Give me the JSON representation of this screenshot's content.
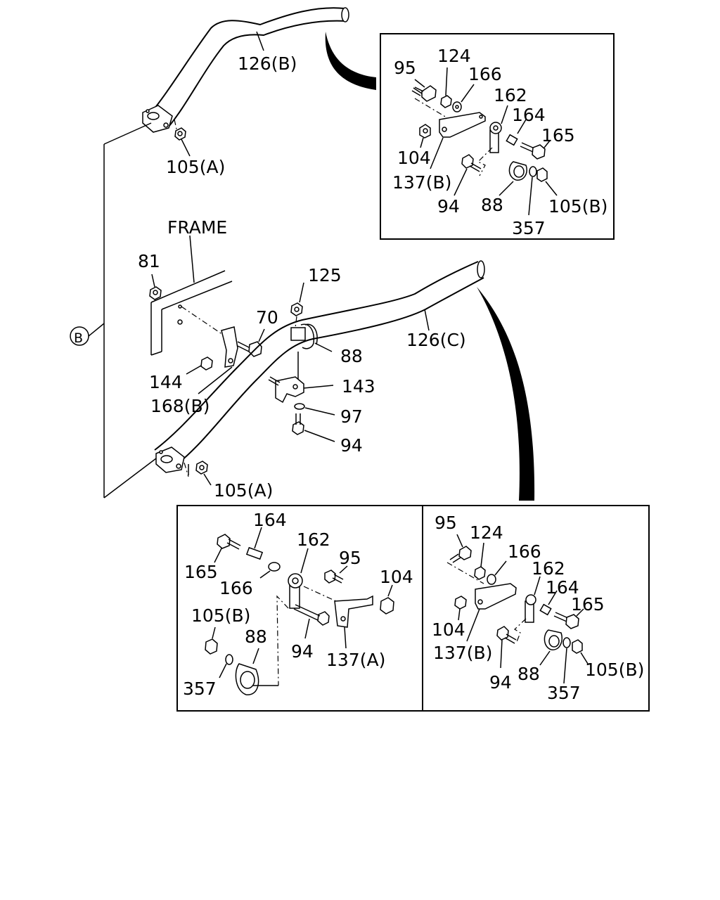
{
  "labels": {
    "top": {
      "pipe_b": "126(B)",
      "nut_105a": "105(A)"
    },
    "detail_top_right": {
      "p95": "95",
      "p124": "124",
      "p166": "166",
      "p162": "162",
      "p164": "164",
      "p165": "165",
      "p104": "104",
      "p137b": "137(B)",
      "p94": "94",
      "p88": "88",
      "p105b": "105(B)",
      "p357": "357"
    },
    "main": {
      "frame": "FRAME",
      "p81": "81",
      "p125": "125",
      "p70": "70",
      "p88": "88",
      "pipe_c": "126(C)",
      "p144": "144",
      "p168b": "168(B)",
      "p143": "143",
      "p97": "97",
      "p94": "94",
      "nut_105a": "105(A)",
      "ref_b": "B"
    },
    "detail_bottom_left": {
      "p164": "164",
      "p162": "162",
      "p165": "165",
      "p166": "166",
      "p95": "95",
      "p104": "104",
      "p105b": "105(B)",
      "p88": "88",
      "p94": "94",
      "p137a": "137(A)",
      "p357": "357"
    },
    "detail_bottom_right": {
      "p95": "95",
      "p124": "124",
      "p166": "166",
      "p162": "162",
      "p164": "164",
      "p165": "165",
      "p104": "104",
      "p137b": "137(B)",
      "p94": "94",
      "p88": "88",
      "p105b": "105(B)",
      "p357": "357"
    }
  }
}
